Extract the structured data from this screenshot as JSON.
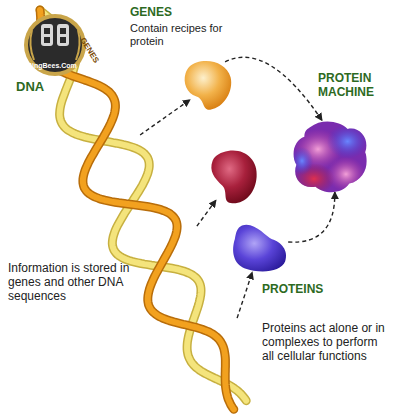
{
  "diagram": {
    "nodes": [
      {
        "text": [
          "DNA"
        ]
      },
      {
        "text": [
          "GENES",
          "Contain recipes for protein"
        ]
      },
      {
        "text": []
      },
      {
        "text": [
          "PROTEINS"
        ]
      },
      {
        "text": [
          "PROTEIN MACHINE"
        ]
      }
    ],
    "edges": [
      {
        "from": 0,
        "to": 1,
        "arrow": "to"
      },
      {
        "from": 0,
        "to": 2,
        "arrow": "to"
      },
      {
        "from": 0,
        "to": 3,
        "arrow": "to"
      },
      {
        "from": 1,
        "to": 4,
        "arrow": "to"
      },
      {
        "from": 3,
        "to": 4,
        "arrow": "to"
      }
    ],
    "labels": [
      "GENES",
      "Information is stored in genes and other DNA sequences",
      "Proteins act alone or in complexes to perform all cellular functions",
      "BingBees.Com"
    ]
  }
}
